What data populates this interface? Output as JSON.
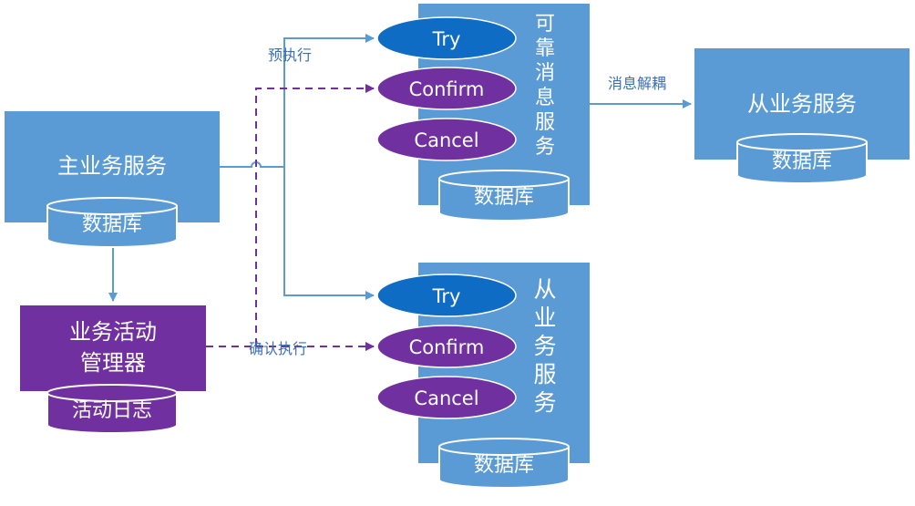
{
  "main_service": {
    "title": "主业务服务",
    "db": "数据库"
  },
  "activity_manager": {
    "title_line1": "业务活动",
    "title_line2": "管理器",
    "db": "活动日志"
  },
  "reliable_msg_service": {
    "vertical_chars": [
      "可",
      "靠",
      "消",
      "息",
      "服",
      "务"
    ],
    "ops": [
      "Try",
      "Confirm",
      "Cancel"
    ],
    "db": "数据库"
  },
  "sub_service_lower": {
    "vertical_chars": [
      "从",
      "业",
      "务",
      "服",
      "务"
    ],
    "ops": [
      "Try",
      "Confirm",
      "Cancel"
    ],
    "db": "数据库"
  },
  "sub_service_right": {
    "title": "从业务服务",
    "db": "数据库"
  },
  "labels": {
    "pre_execute": "预执行",
    "confirm_execute": "确认执行",
    "decouple": "消息解耦"
  },
  "colors": {
    "box_blue": "#5b9bd5",
    "box_blue_border": "#41719c",
    "purple": "#7030a0",
    "ellipse_blue": "#0e6cc4",
    "arrow_blue": "#5b9bd5",
    "arrow_purple": "#7030a0",
    "label_text": "#3d6fb0"
  }
}
